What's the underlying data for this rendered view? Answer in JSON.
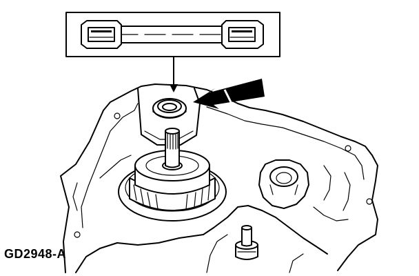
{
  "figure": {
    "code_label": "GD2948-A",
    "colors": {
      "ink": "#000000",
      "paper": "#ffffff"
    },
    "icons": [
      "detail-callout-box",
      "pointer-arrow",
      "bold-direction-arrow",
      "seal-ring",
      "input-shaft",
      "clutch-drum",
      "transmission-case"
    ]
  }
}
